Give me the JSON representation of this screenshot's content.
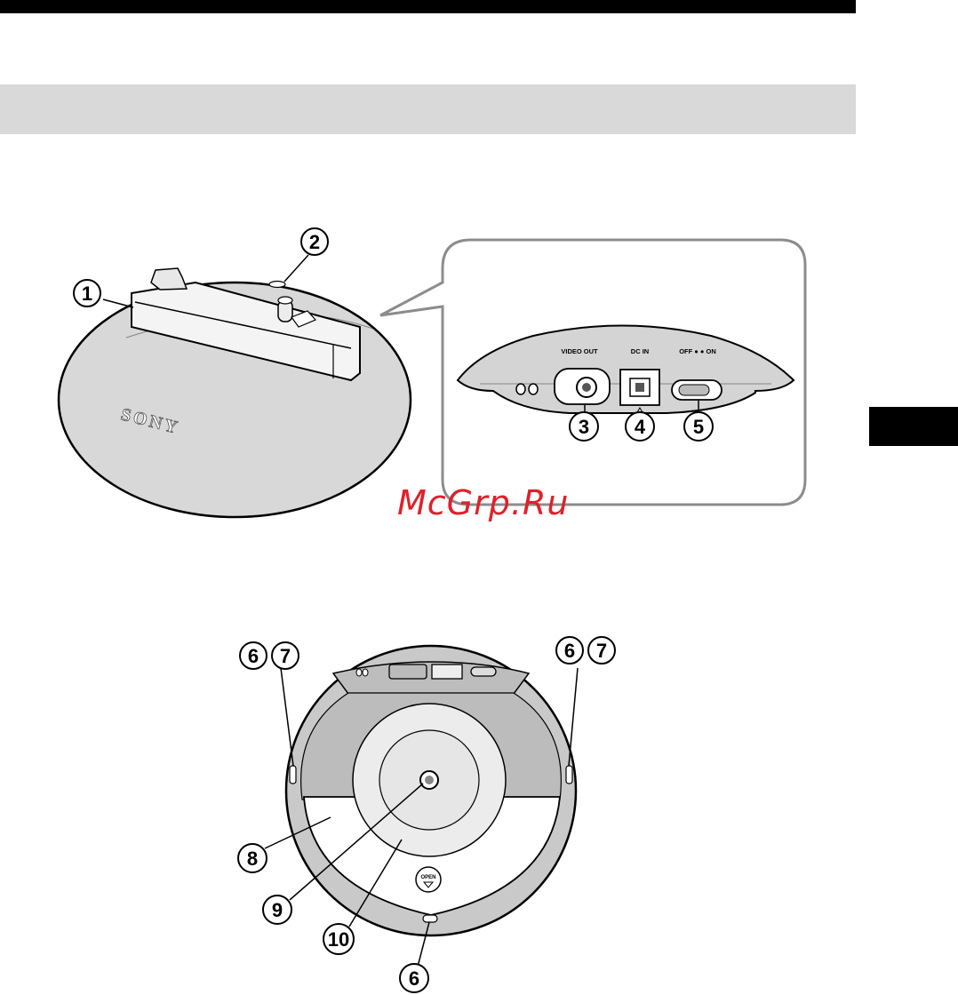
{
  "page": {
    "header_bar": true,
    "section_band": true,
    "side_tab": true
  },
  "figure_top": {
    "brand": "SONY",
    "port_labels": {
      "video_out": "VIDEO OUT",
      "dc_in": "DC IN",
      "power_switch": "OFF ● ● ON"
    },
    "callouts": [
      "1",
      "2",
      "3",
      "4",
      "5"
    ]
  },
  "figure_bottom": {
    "open_label": "OPEN",
    "callouts": {
      "left_top": [
        "6",
        "7"
      ],
      "right_top": [
        "6",
        "7"
      ],
      "part8": "8",
      "part9": "9",
      "part10": "10",
      "bottom": "6"
    }
  },
  "watermark": "McGrp.Ru",
  "colors": {
    "device_gray": "#d6d6d6",
    "dark_gray": "#8a8a8a",
    "watermark": "#e0202a"
  }
}
